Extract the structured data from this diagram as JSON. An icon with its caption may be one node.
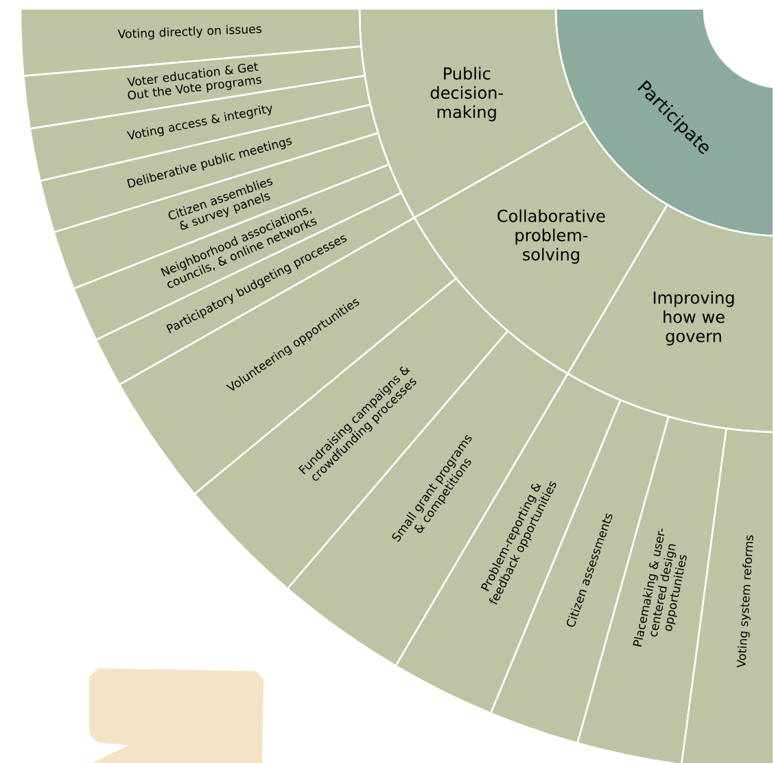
{
  "diagram": {
    "nodes": [
      {
        "text": [
          "Participate"
        ]
      },
      {
        "text": [
          "Public decision-making"
        ]
      },
      {
        "text": [
          "Collaborative problem-solving"
        ]
      },
      {
        "text": [
          "Improving how we govern"
        ]
      },
      {
        "text": [
          "Voting directly on issues"
        ]
      },
      {
        "text": [
          "Voter education & Get Out the Vote programs"
        ]
      },
      {
        "text": [
          "Voting access & integrity"
        ]
      },
      {
        "text": [
          "Deliberative public meetings"
        ]
      },
      {
        "text": [
          "Citizen assemblies & survey panels"
        ]
      },
      {
        "text": [
          "Neighborhood associations, councils, & online networks"
        ]
      },
      {
        "text": [
          "Participatory budgeting processes"
        ]
      },
      {
        "text": [
          "Volunteering opportunities"
        ]
      },
      {
        "text": [
          "Fundraising campaigns & crowdfunding processes"
        ]
      },
      {
        "text": [
          "Small grant programs & competitions"
        ]
      },
      {
        "text": [
          "Problem-reporting & feedback opportunities"
        ]
      },
      {
        "text": [
          "Citizen assessments"
        ]
      },
      {
        "text": [
          "Placemaking & user-centered design opportunities"
        ]
      },
      {
        "text": [
          "Voting system reforms"
        ]
      },
      {
        "text": [],
        "shape": "box"
      }
    ]
  }
}
